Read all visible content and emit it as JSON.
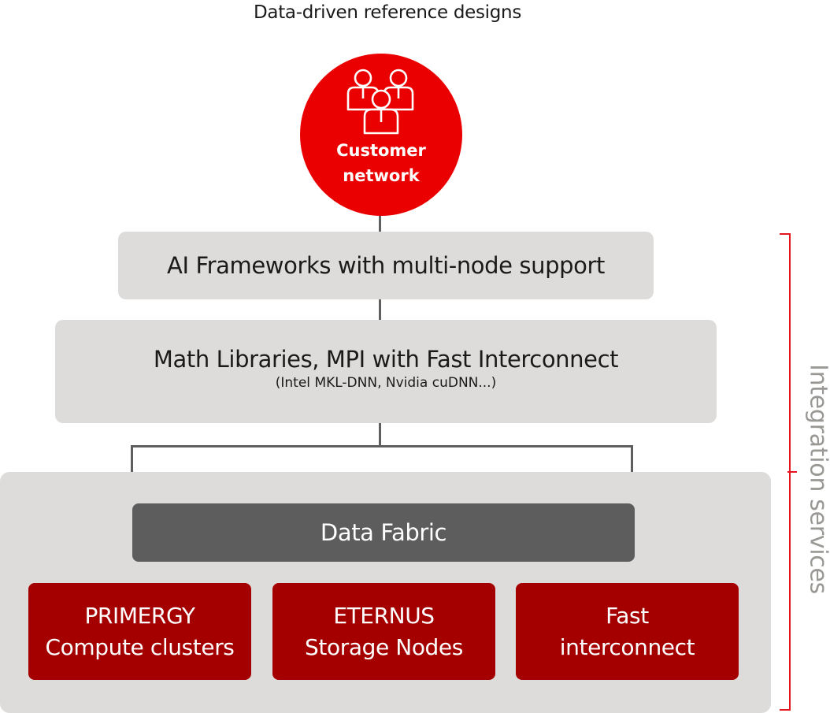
{
  "title": "Data-driven reference designs",
  "customer": {
    "icon": "people-group-icon",
    "label_line1": "Customer",
    "label_line2": "network"
  },
  "layers": {
    "frameworks": "AI Frameworks with multi-node support",
    "math_libraries": "Math Libraries, MPI with Fast Interconnect",
    "math_libraries_sub": "(Intel MKL-DNN, Nvidia cuDNN...)",
    "data_fabric": "Data Fabric"
  },
  "hardware": [
    {
      "line1": "PRIMERGY",
      "line2": "Compute clusters"
    },
    {
      "line1": "ETERNUS",
      "line2": "Storage Nodes"
    },
    {
      "line1": "Fast",
      "line2": "interconnect"
    }
  ],
  "side_label": "Integration services",
  "colors": {
    "accent_red": "#ea0000",
    "dark_red": "#a50000",
    "box_grey": "#dedcda",
    "fabric_grey": "#5d5d5d",
    "bracket_red": "#e4151e"
  }
}
